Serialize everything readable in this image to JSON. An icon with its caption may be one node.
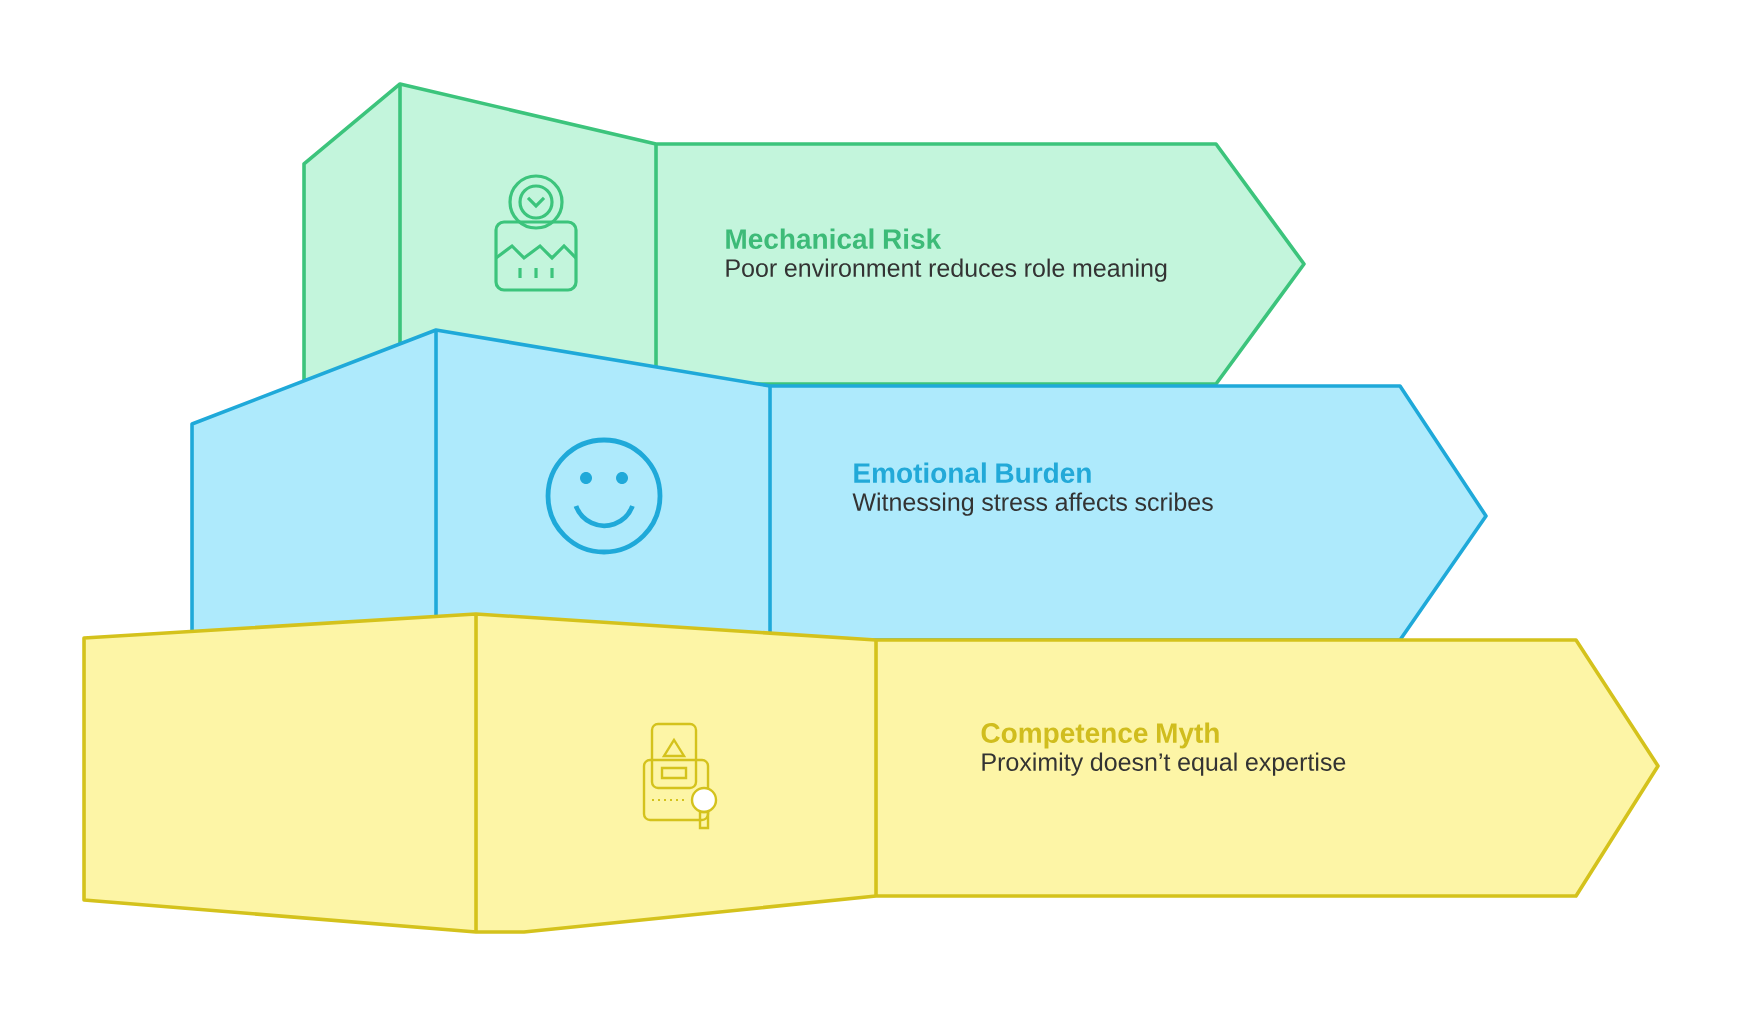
{
  "diagram": {
    "nodes": [
      {
        "text": [
          "Mechanical Risk",
          "Poor environment reduces role meaning"
        ]
      },
      {
        "text": [
          "Emotional Burden",
          "Witnessing stress affects scribes"
        ]
      },
      {
        "text": [
          "Competence Myth",
          "Proximity doesn’t equal expertise"
        ]
      }
    ]
  }
}
